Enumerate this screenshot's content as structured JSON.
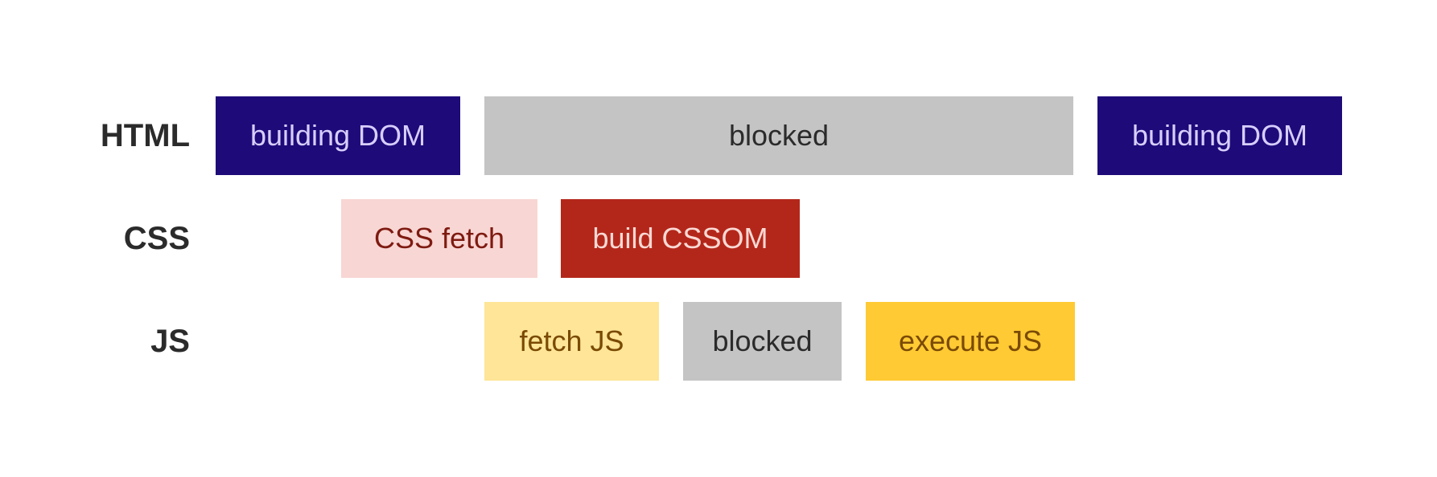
{
  "rows": [
    {
      "label": "HTML",
      "blocks": [
        {
          "text": "building DOM",
          "bg": "#1e0a78",
          "fg": "#d8ceff"
        },
        {
          "text": "blocked",
          "bg": "#c4c4c4",
          "fg": "#2b2b2b"
        },
        {
          "text": "building DOM",
          "bg": "#1e0a78",
          "fg": "#d8ceff"
        }
      ]
    },
    {
      "label": "CSS",
      "blocks": [
        {
          "text": "CSS fetch",
          "bg": "#f8d6d4",
          "fg": "#7e1a10"
        },
        {
          "text": "build CSSOM",
          "bg": "#b3271a",
          "fg": "#fbd9d4"
        }
      ]
    },
    {
      "label": "JS",
      "blocks": [
        {
          "text": "fetch JS",
          "bg": "#fee597",
          "fg": "#7a4a05"
        },
        {
          "text": "blocked",
          "bg": "#c4c4c4",
          "fg": "#2b2b2b"
        },
        {
          "text": "execute JS",
          "bg": "#ffca33",
          "fg": "#7a4a05"
        }
      ]
    }
  ]
}
